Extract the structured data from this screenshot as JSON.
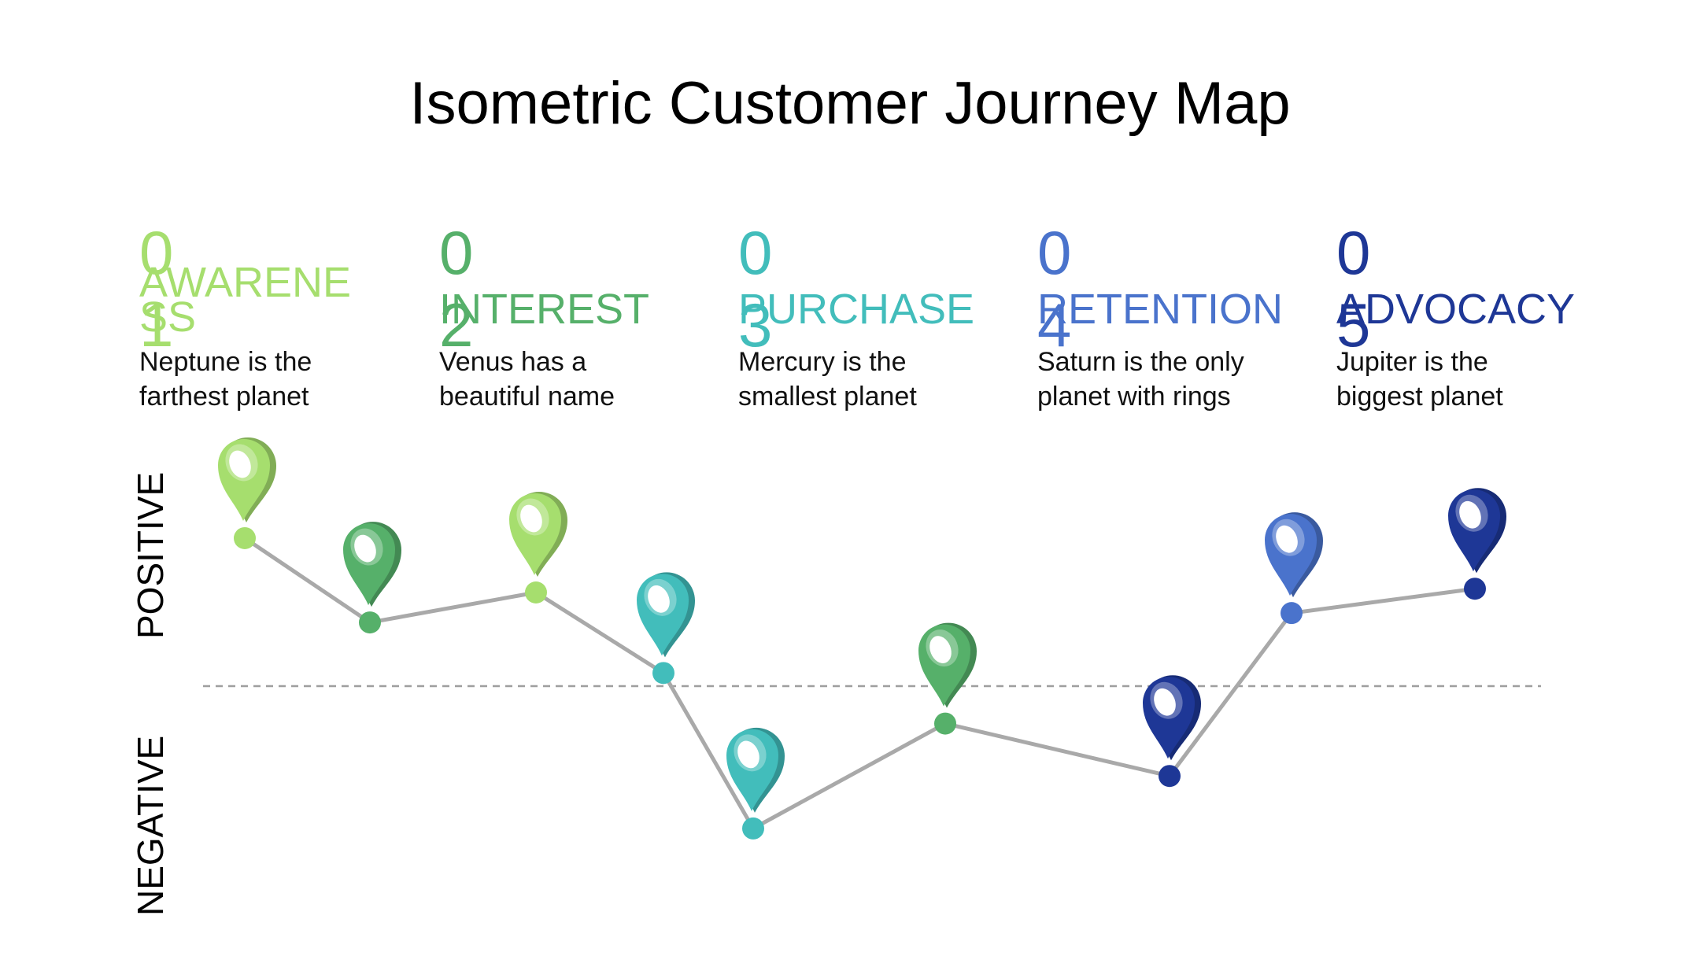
{
  "title": "Isometric Customer Journey Map",
  "stages": [
    {
      "number": "01",
      "label": "AWARENESS",
      "description_line1": "Neptune is the",
      "description_line2": "farthest planet",
      "color": "#A6DE6E"
    },
    {
      "number": "02",
      "label": "INTEREST",
      "description_line1": "Venus has a",
      "description_line2": "beautiful name",
      "color": "#56B06A"
    },
    {
      "number": "03",
      "label": "PURCHASE",
      "description_line1": "Mercury is the",
      "description_line2": "smallest planet",
      "color": "#42BDBB"
    },
    {
      "number": "04",
      "label": "RETENTION",
      "description_line1": "Saturn is the only",
      "description_line2": "planet with rings",
      "color": "#4A73CC"
    },
    {
      "number": "05",
      "label": "ADVOCACY",
      "description_line1": "Jupiter is the",
      "description_line2": "biggest planet",
      "color": "#1E3796"
    }
  ],
  "axis": {
    "positive_label": "POSITIVE",
    "negative_label": "NEGATIVE"
  },
  "journey_points": [
    {
      "level": 0.79,
      "color": "#A6DE6E"
    },
    {
      "level": 0.34,
      "color": "#56B06A"
    },
    {
      "level": 0.5,
      "color": "#A6DE6E"
    },
    {
      "level": 0.07,
      "color": "#42BDBB"
    },
    {
      "level": -0.76,
      "color": "#42BDBB"
    },
    {
      "level": -0.2,
      "color": "#56B06A"
    },
    {
      "level": -0.48,
      "color": "#1E3796"
    },
    {
      "level": 0.39,
      "color": "#4A73CC"
    },
    {
      "level": 0.52,
      "color": "#1E3796"
    }
  ],
  "colors": {
    "line": "#A9A9A9",
    "neutral_line": "#9E9E9E",
    "text": "#000000"
  }
}
